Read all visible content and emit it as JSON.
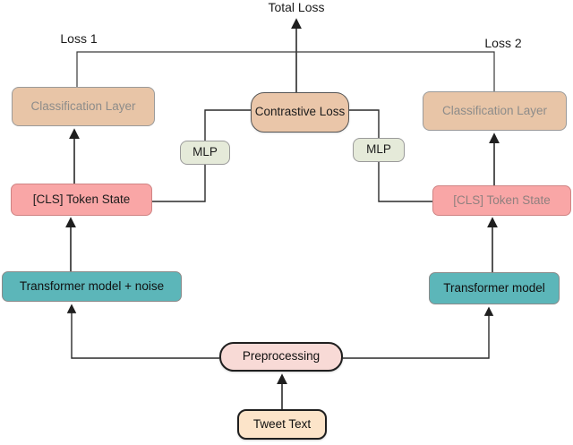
{
  "diagram": {
    "total_loss_label": "Total Loss",
    "loss1_label": "Loss 1",
    "loss2_label": "Loss 2",
    "nodes": {
      "classification_left": "Classification Layer",
      "classification_right": "Classification Layer",
      "contrastive_loss": "Contrastive Loss",
      "mlp_left": "MLP",
      "mlp_right": "MLP",
      "cls_left": "[CLS] Token State",
      "cls_right": "[CLS] Token State",
      "transformer_left": "Transformer model + noise",
      "transformer_right": "Transformer model",
      "preprocessing": "Preprocessing",
      "tweet_text": "Tweet Text"
    },
    "edges": [
      "tweet_text -> preprocessing",
      "preprocessing -> transformer_left",
      "preprocessing -> transformer_right",
      "transformer_left -> cls_left",
      "transformer_right -> cls_right",
      "cls_left -> classification_left",
      "cls_right -> classification_right",
      "cls_left - mlp_left - contrastive_loss",
      "cls_right - mlp_right - contrastive_loss",
      "contrastive_loss -> total_loss",
      "classification_left (Loss 1) -> total_loss",
      "classification_right (Loss 2) -> total_loss"
    ],
    "colors": {
      "classification_bg": "#e8c5a7",
      "contrastive_bg": "#eac6a9",
      "mlp_bg": "#e5ead9",
      "cls_bg": "#f9a6a6",
      "transformer_bg": "#5cb6b9",
      "preprocessing_bg": "#f8dad6",
      "tweet_bg": "#fce4c9",
      "muted_text": "#8d8c8a",
      "line": "#2a2a2a",
      "background": "#ffffff"
    }
  }
}
